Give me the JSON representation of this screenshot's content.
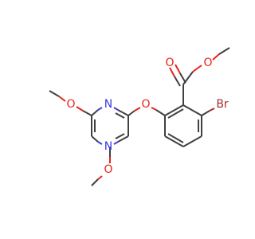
{
  "molecule": {
    "atoms": {
      "o_carbonyl": "O",
      "o_ester": "O",
      "o_ether": "O",
      "o_methoxy_top": "O",
      "o_methoxy_bottom": "O",
      "n_top": "N",
      "n_bottom": "N",
      "br": "Br"
    },
    "colors": {
      "bond": "#404040",
      "oxygen": "#e8231b",
      "nitrogen": "#3a3ae6",
      "bromine": "#a52a2a"
    }
  }
}
